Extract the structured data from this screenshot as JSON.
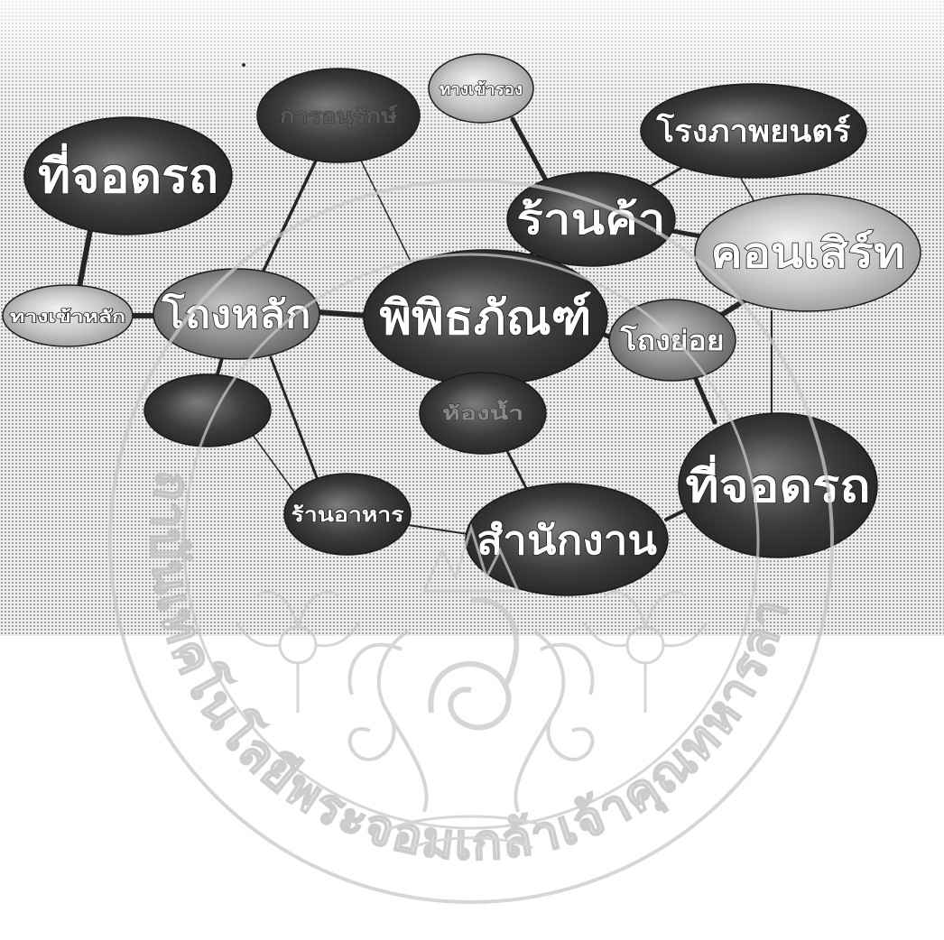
{
  "diagram": {
    "nodes": [
      {
        "label": "ที่จอดรถ",
        "shade": "dark"
      },
      {
        "label": "ทางเข้าหลัก",
        "shade": "light"
      },
      {
        "label": "โถงหลัก",
        "shade": "medium"
      },
      {
        "label": "การอนุรักษ์",
        "shade": "dark"
      },
      {
        "label": "ทางเข้ารอง",
        "shade": "light"
      },
      {
        "label": "โรงภาพยนตร์",
        "shade": "dark"
      },
      {
        "label": "ร้านค้า",
        "shade": "dark"
      },
      {
        "label": "คอนเสิร์ท",
        "shade": "light"
      },
      {
        "label": "พิพิธภัณฑ์",
        "shade": "dark"
      },
      {
        "label": "โถงย่อย",
        "shade": "medium"
      },
      {
        "label": "ห้องน้ำ",
        "shade": "dark"
      },
      {
        "label": "ร้านอาหาร",
        "shade": "dark"
      },
      {
        "label": "สำนักงาน",
        "shade": "dark"
      },
      {
        "label": "ที่จอดรถ",
        "shade": "dark"
      }
    ]
  },
  "watermark": {
    "seal_text": "ถาบันเทคโนโลยีพระจอมเกล้าเจ้าคุณทหารลา"
  },
  "colors": {
    "node_dark": "#3a3a3a",
    "node_medium": "#8c8c8c",
    "node_light": "#c6c6c6",
    "edge": "#262626",
    "halftone": "#8d8d8d",
    "watermark": "#c9c9c9"
  }
}
